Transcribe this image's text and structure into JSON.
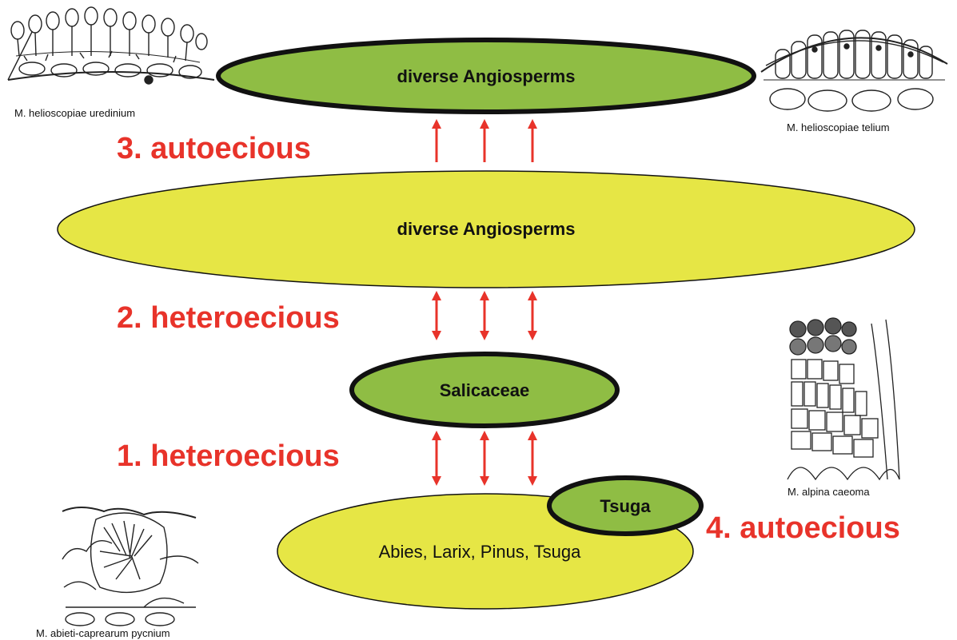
{
  "colors": {
    "green": "#8fbd44",
    "yellow": "#e6e645",
    "arrow": "#e8332a",
    "outline": "#111111"
  },
  "hosts": {
    "top": "diverse Angiosperms",
    "middle": "diverse Angiosperms",
    "salicaceae": "Salicaceae",
    "tsuga": "Tsuga",
    "conifers": "Abies, Larix, Pinus, Tsuga"
  },
  "stages": {
    "s3": "3. autoecious",
    "s2": "2. heteroecious",
    "s1": "1. heteroecious",
    "s4": "4. autoecious"
  },
  "captions": {
    "uredinium": "M. helioscopiae uredinium",
    "telium": "M. helioscopiae telium",
    "caeoma": "M. alpina caeoma",
    "pycnium": "M. abieti-caprearum pycnium"
  },
  "arrows": {
    "between_top_and_middle": "one-way-up",
    "between_middle_and_salicaceae": "two-way",
    "between_salicaceae_and_conifers": "two-way"
  },
  "illustrations": [
    "uredinium-drawing",
    "telium-drawing",
    "caeoma-drawing",
    "pycnium-drawing"
  ]
}
